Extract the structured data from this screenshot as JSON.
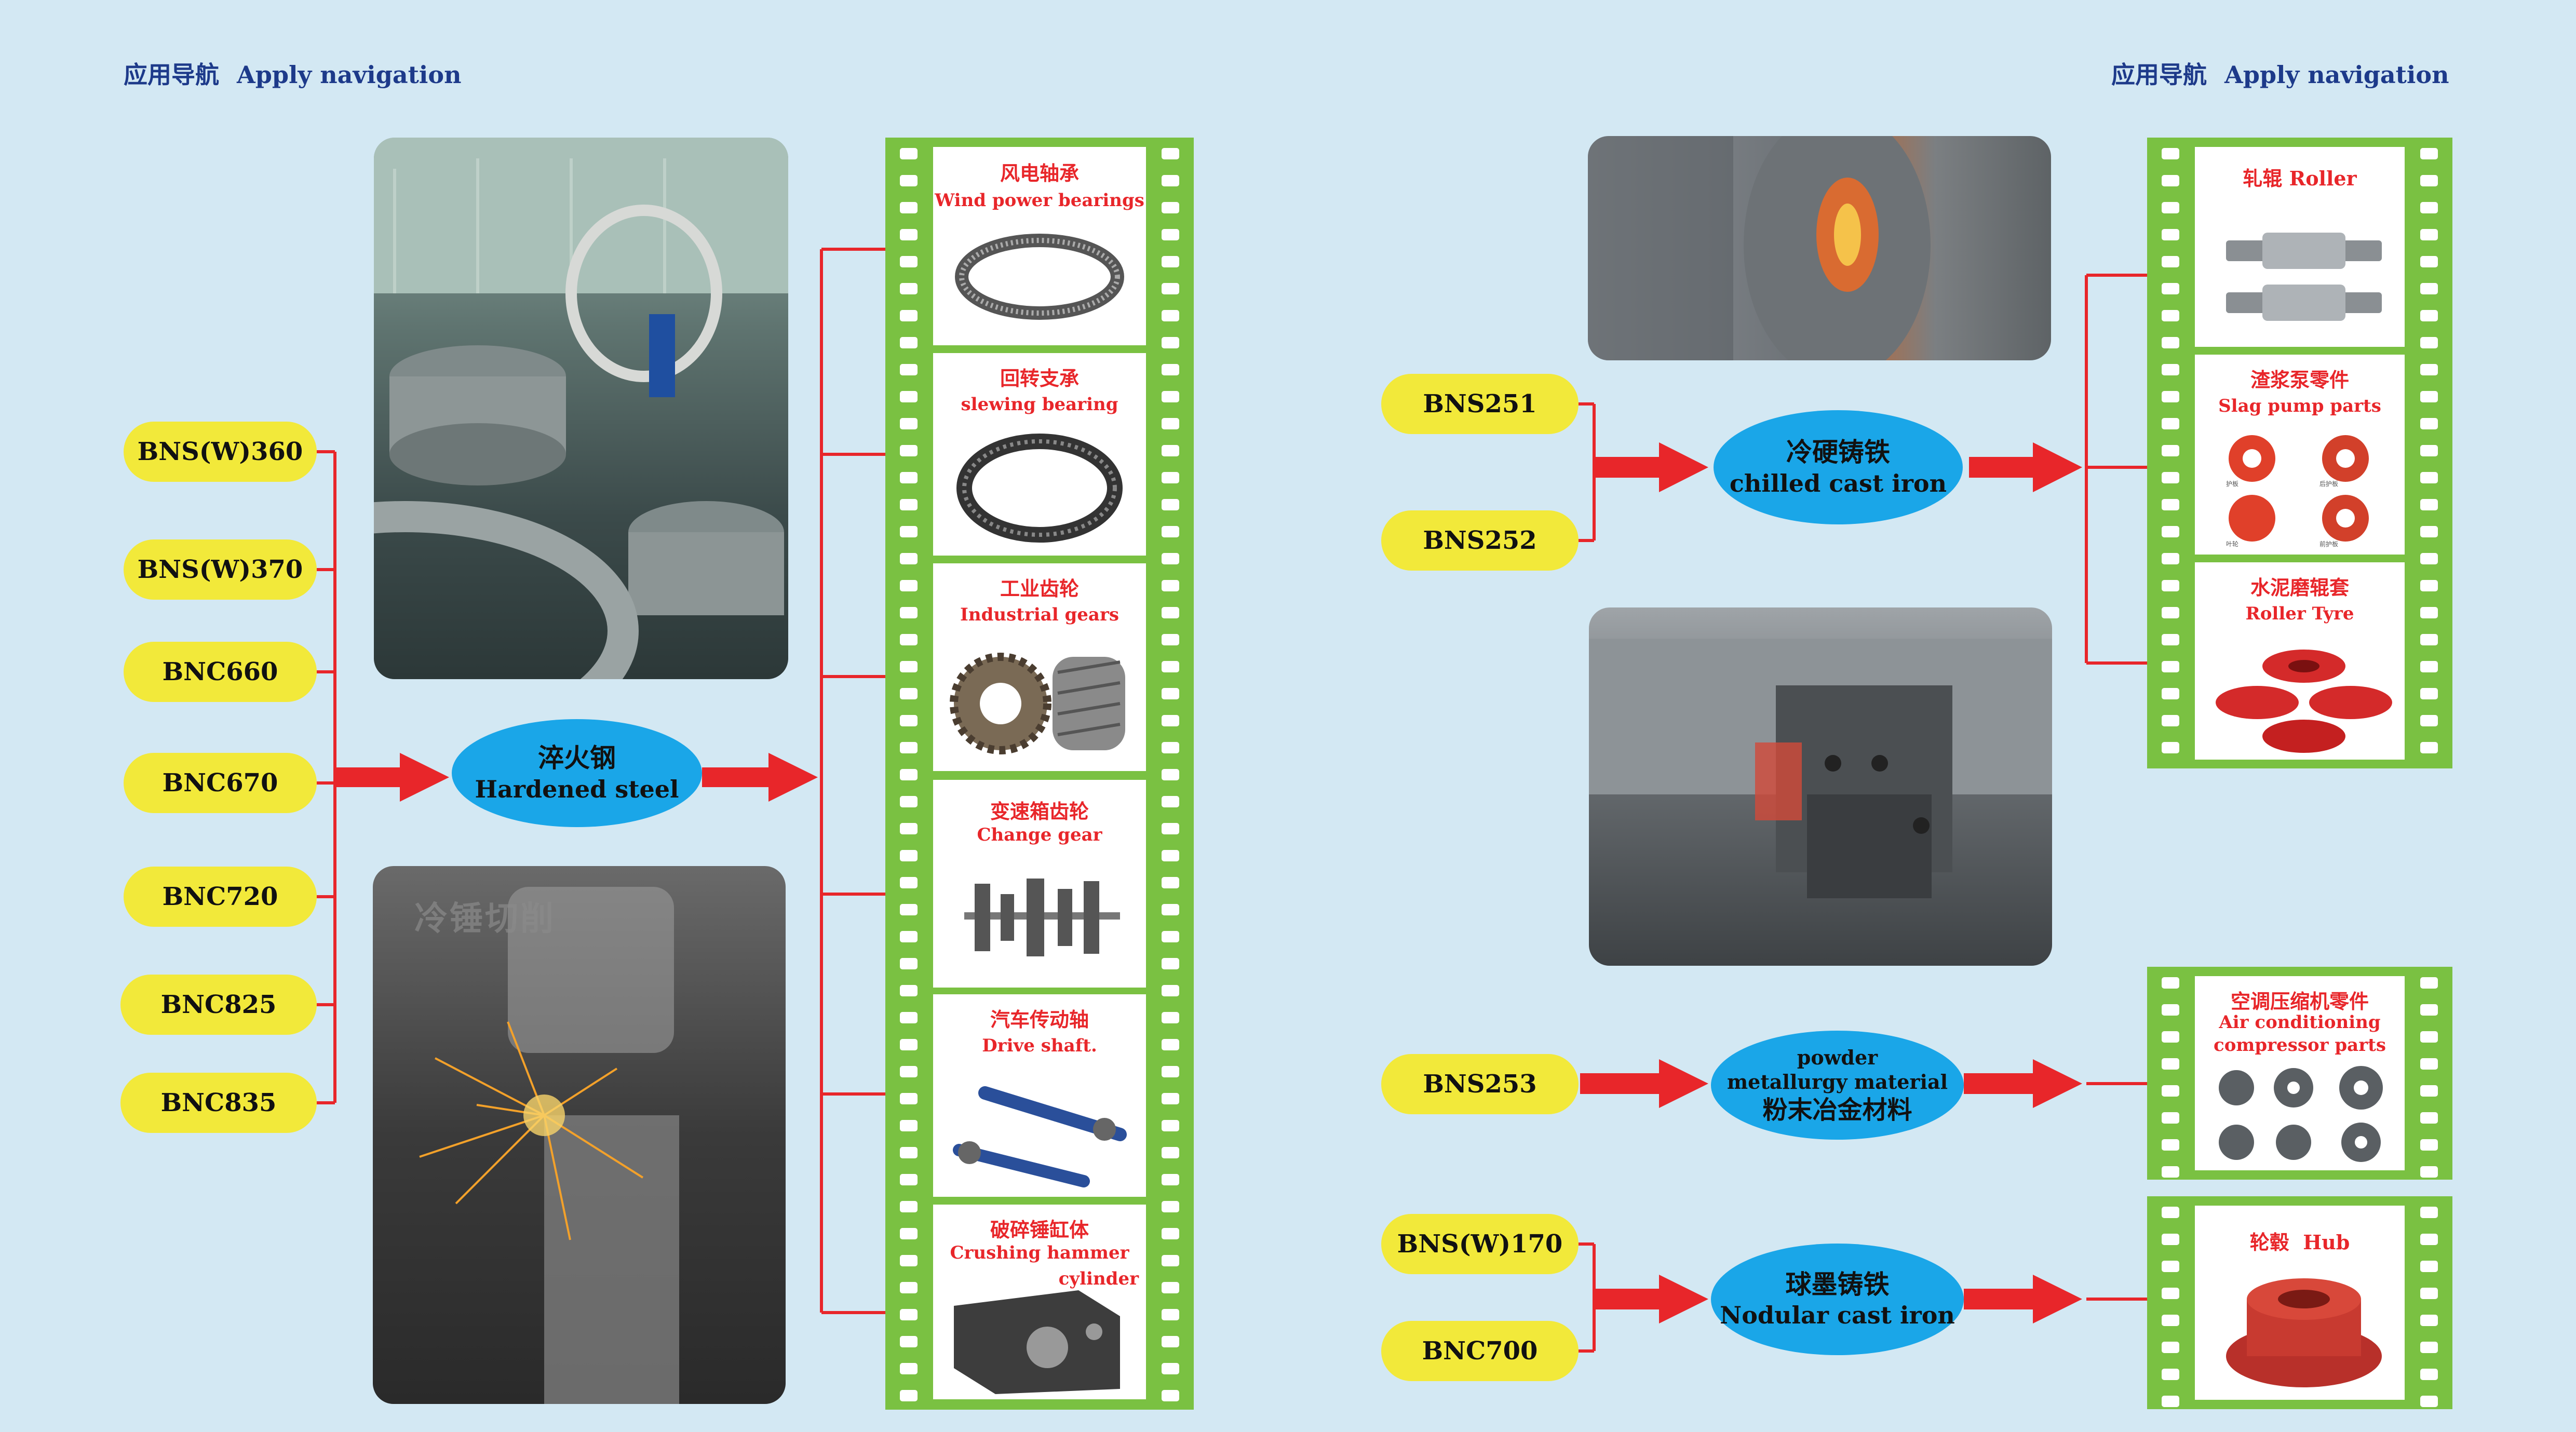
{
  "header_left": {
    "cn": "应用导航",
    "en": "Apply navigation"
  },
  "header_right": {
    "cn": "应用导航",
    "en": "Apply navigation"
  },
  "left": {
    "grades": [
      "BNS(W)360",
      "BNS(W)370",
      "BNC660",
      "BNC670",
      "BNC720",
      "BNC825",
      "BNC835"
    ],
    "material": {
      "cn": "淬火钢",
      "en": "Hardened steel"
    },
    "photo_watermark": "冷锤切削",
    "applications": [
      {
        "cn": "风电轴承",
        "en": "Wind power bearings"
      },
      {
        "cn": "回转支承",
        "en": "slewing bearing"
      },
      {
        "cn": "工业齿轮",
        "en": "Industrial gears"
      },
      {
        "cn": "变速箱齿轮",
        "en": "Change gear"
      },
      {
        "cn": "汽车传动轴",
        "en": "Drive shaft."
      },
      {
        "cn": "破碎锤缸体",
        "en": "Crushing hammer",
        "en2": "cylinder"
      }
    ]
  },
  "right": {
    "group1": {
      "grades": [
        "BNS251",
        "BNS252"
      ],
      "material": {
        "cn": "冷硬铸铁",
        "en": "chilled cast iron"
      },
      "applications": [
        {
          "cn": "轧辊",
          "en": "Roller"
        },
        {
          "cn": "渣浆泵零件",
          "en": "Slag pump parts"
        },
        {
          "cn": "水泥磨辊套",
          "en": "Roller Tyre"
        }
      ],
      "pump_labels": [
        "护板",
        "后护板",
        "叶轮",
        "前护板"
      ]
    },
    "group2": {
      "grades": [
        "BNS253"
      ],
      "material": {
        "en1": "powder",
        "en2": "metallurgy material",
        "cn": "粉末冶金材料"
      },
      "application": {
        "cn": "空调压缩机零件",
        "en1": "Air conditioning",
        "en2": "compressor parts"
      }
    },
    "group3": {
      "grades": [
        "BNS(W)170",
        "BNC700"
      ],
      "material": {
        "cn": "球墨铸铁",
        "en": "Nodular cast iron"
      },
      "application": {
        "cn": "轮毂",
        "en": "Hub"
      }
    }
  },
  "colors": {
    "background": "#d3e8f3",
    "pill": "#f2e93a",
    "ellipse": "#1aa6e8",
    "arrow": "#e8262a",
    "film": "#7ac142",
    "label_red": "#e8262a",
    "header_blue": "#1d3a8a"
  }
}
